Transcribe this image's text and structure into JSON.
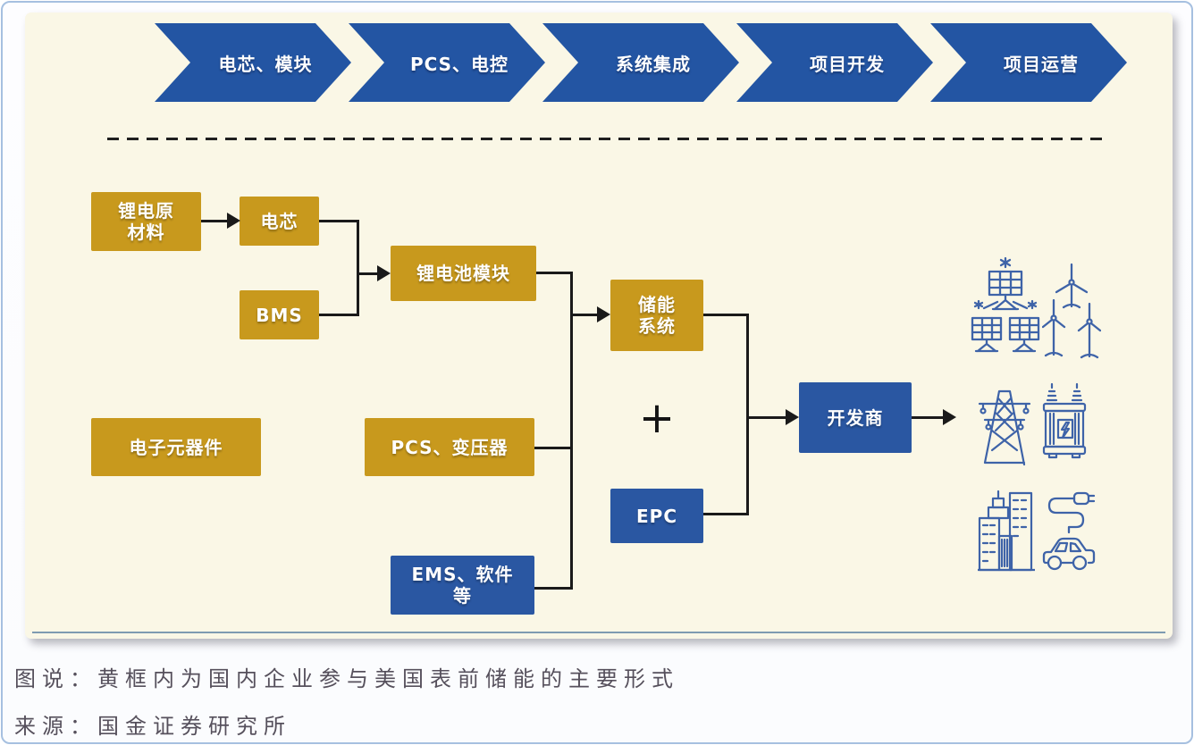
{
  "colors": {
    "chevron_blue": "#2355A3",
    "box_blue": "#2A57A2",
    "box_gold": "#C8991D",
    "panel_cream": "#FAF7E6",
    "connector_black": "#1A1A1A",
    "caption_text": "#56505C",
    "icon_blue": "#3E63A8",
    "frame_border": "#A6C0E0",
    "panel_rule": "#7E9BB1"
  },
  "process_chain": {
    "stages": [
      {
        "label": "电芯、模块"
      },
      {
        "label": "PCS、电控"
      },
      {
        "label": "系统集成"
      },
      {
        "label": "项目开发"
      },
      {
        "label": "项目运营"
      }
    ]
  },
  "flowchart": {
    "plus_sign": "+",
    "nodes": [
      {
        "id": "lithium-raw-materials",
        "label": "锂电原材料",
        "lines": [
          "锂电原",
          "材料"
        ],
        "style": "gold"
      },
      {
        "id": "battery-cell",
        "label": "电芯",
        "lines": [
          "电芯"
        ],
        "style": "gold"
      },
      {
        "id": "bms",
        "label": "BMS",
        "lines": [
          "BMS"
        ],
        "style": "gold"
      },
      {
        "id": "battery-module",
        "label": "锂电池模块",
        "lines": [
          "锂电池模块"
        ],
        "style": "gold"
      },
      {
        "id": "storage-system",
        "label": "储能系统",
        "lines": [
          "储能",
          "系统"
        ],
        "style": "gold"
      },
      {
        "id": "electronic-components",
        "label": "电子元器件",
        "lines": [
          "电子元器件"
        ],
        "style": "gold"
      },
      {
        "id": "pcs-transformer",
        "label": "PCS、变压器",
        "lines": [
          "PCS、变压器"
        ],
        "style": "gold"
      },
      {
        "id": "ems-software",
        "label": "EMS、软件等",
        "lines": [
          "EMS、软件",
          "等"
        ],
        "style": "blue"
      },
      {
        "id": "epc",
        "label": "EPC",
        "lines": [
          "EPC"
        ],
        "style": "blue"
      },
      {
        "id": "developer",
        "label": "开发商",
        "lines": [
          "开发商"
        ],
        "style": "blue"
      }
    ],
    "icons": [
      {
        "name": "solar-panels"
      },
      {
        "name": "wind-turbines"
      },
      {
        "name": "transmission-tower"
      },
      {
        "name": "transformer"
      },
      {
        "name": "city-buildings"
      },
      {
        "name": "ev-charging"
      }
    ]
  },
  "captions": {
    "note": "图说：黄框内为国内企业参与美国表前储能的主要形式",
    "source": "来源：国金证券研究所"
  }
}
